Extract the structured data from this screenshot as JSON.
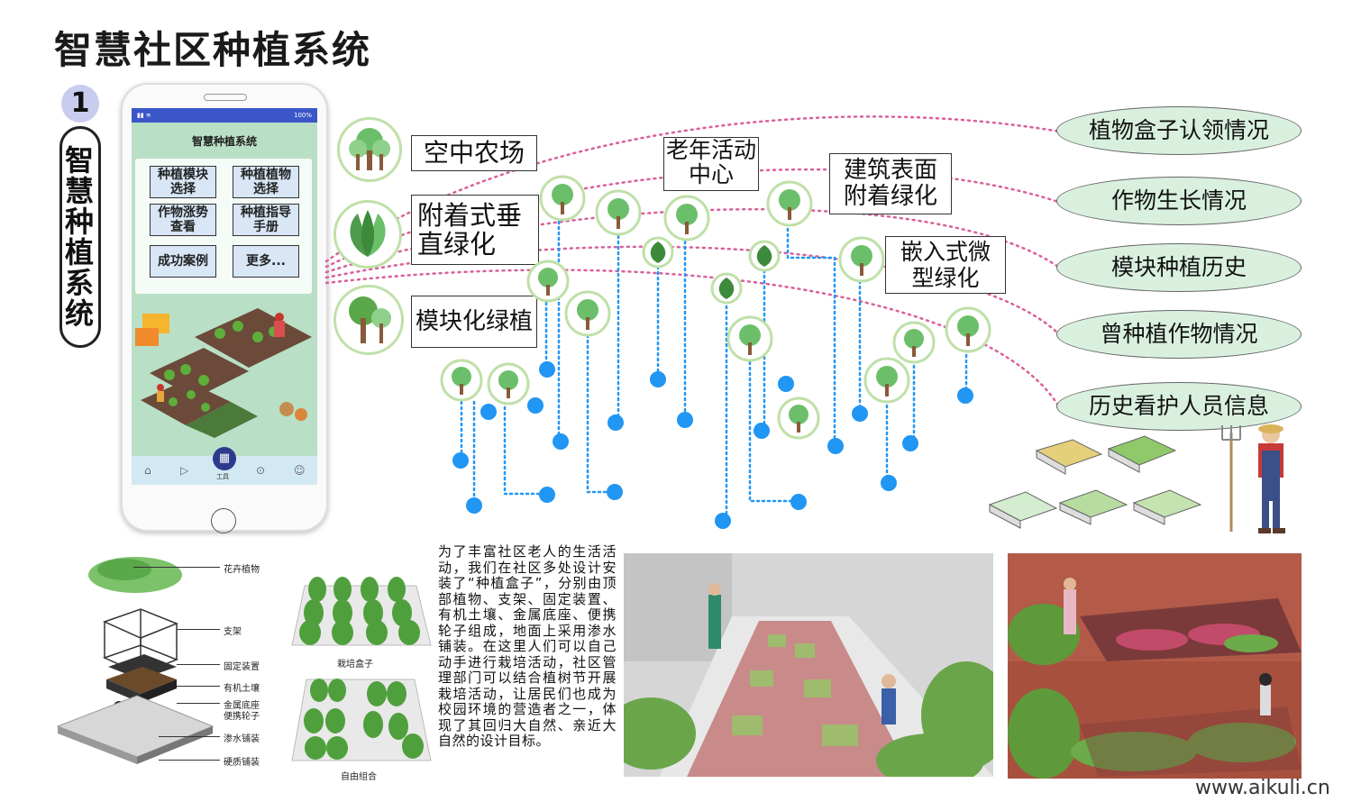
{
  "page_title": "智慧社区种植系统",
  "section": {
    "number": "1",
    "vertical_title": "智慧种植系统"
  },
  "phone": {
    "status_right": "100%",
    "app_title": "智慧种植系统",
    "menu_buttons": [
      "种植模块选择",
      "种植植物选择",
      "作物涨势查看",
      "种植指导手册",
      "成功案例",
      "更多..."
    ],
    "nav": {
      "center_label": "工具"
    },
    "icons": [
      "home-icon",
      "play-icon",
      "grid-icon",
      "location-icon",
      "user-icon"
    ]
  },
  "plant_types": [
    {
      "label": "空中农场"
    },
    {
      "label": "附着式垂直绿化"
    },
    {
      "label": "模块化绿植"
    }
  ],
  "feature_labels": [
    {
      "label": "老年活动中心"
    },
    {
      "label": "建筑表面附着绿化"
    },
    {
      "label": "嵌入式微型绿化"
    }
  ],
  "info_bubbles": [
    "植物盒子认领情况",
    "作物生长情况",
    "模块种植历史",
    "曾种植作物情况",
    "历史看护人员信息"
  ],
  "box_annotations": [
    "花卉植物",
    "支架",
    "固定装置",
    "有机土壤",
    "金属底座",
    "便携轮子",
    "渗水铺装",
    "硬质铺装"
  ],
  "layout_captions": [
    "栽培盒子",
    "自由组合"
  ],
  "description": "为了丰富社区老人的生活活动，我们在社区多处设计安装了“种植盒子”，分别由顶部植物、支架、固定装置、有机土壤、金属底座、便携轮子组成，地面上采用渗水铺装。在这里人们可以自己动手进行栽培活动，社区管理部门可以结合植树节开展栽培活动，让居民们也成为校园环境的营造者之一，体现了其回归大自然、亲近大自然的设计目标。",
  "watermark": "www.aikuli.cn",
  "colors": {
    "accent_blue": "#2196f3",
    "dotted_pink": "#d9609a",
    "bubble_fill": "#d9f0df",
    "phone_screen": "#b9e0c6"
  }
}
